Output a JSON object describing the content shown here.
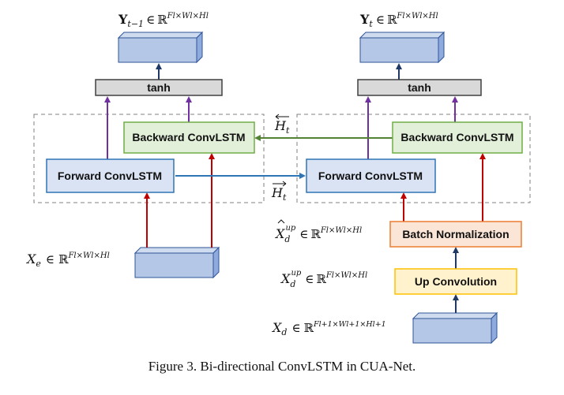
{
  "nodes": {
    "tanh_left": "tanh",
    "tanh_right": "tanh",
    "backward_left": "Backward ConvLSTM",
    "forward_left": "Forward ConvLSTM",
    "backward_right": "Backward ConvLSTM",
    "forward_right": "Forward ConvLSTM",
    "batch_norm": "Batch Normalization",
    "up_conv": "Up Convolution"
  },
  "labels": {
    "y_prev": "Y",
    "y_prev_sub": "t−1",
    "y_cur": "Y",
    "y_cur_sub": "t",
    "in_set": "∈",
    "real_set": "ℝ",
    "dims_l": "Fl×Wl×Hl",
    "dims_l1": "Fl+1×Wl+1×Hl+1",
    "h_state": "H",
    "h_sub": "t",
    "xe": "X",
    "xe_sub": "e",
    "xd": "X",
    "xd_sub": "d",
    "xd_up_sup": "up",
    "xd_hat_up_sup": "up"
  },
  "colors": {
    "blue_fill": "#b4c7e7",
    "blue_box_fill": "#dae3f3",
    "blue_border": "#2e75b6",
    "green_fill": "#e2f0d9",
    "green_border": "#70ad47",
    "gray_fill": "#d9d9d9",
    "orange_fill": "#fbe5d6",
    "orange_border": "#ed7d31",
    "yellow_fill": "#fff2cc",
    "yellow_border": "#ffc000",
    "purple_arrow": "#7030a0",
    "red_arrow": "#c00000",
    "navy_arrow": "#1f3864"
  },
  "caption": "Figure 3. Bi-directional ConvLSTM in CUA-Net."
}
